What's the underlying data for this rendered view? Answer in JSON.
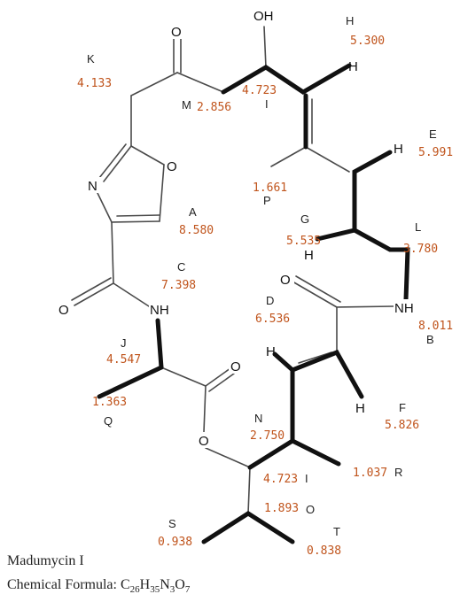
{
  "atoms": {
    "O_ketone": "O",
    "OH": "OH",
    "N_oxazole": "N",
    "O_oxazole": "O",
    "O_amideC": "O",
    "NH_C": "NH",
    "O_amideD": "O",
    "NH_B": "NH",
    "O_ester_carbonyl": "O",
    "O_ester": "O",
    "H_H": "H",
    "H_E": "H",
    "H_G": "H",
    "H_D": "H",
    "H_F": "H"
  },
  "letters": {
    "K": "K",
    "M": "M",
    "I1": "I",
    "H": "H",
    "E": "E",
    "P": "P",
    "G": "G",
    "L": "L",
    "A": "A",
    "C": "C",
    "D": "D",
    "B": "B",
    "J": "J",
    "Q": "Q",
    "F": "F",
    "N": "N",
    "I2": "I",
    "R": "R",
    "O": "O",
    "S": "S",
    "T": "T"
  },
  "shifts": {
    "K": "4.133",
    "M": "2.856",
    "I1": "4.723",
    "H": "5.300",
    "E": "5.991",
    "P": "1.661",
    "G": "5.535",
    "L": "3.780",
    "A": "8.580",
    "C": "7.398",
    "D": "6.536",
    "B": "8.011",
    "J": "4.547",
    "Q": "1.363",
    "F": "5.826",
    "N": "2.750",
    "I2": "4.723",
    "R": "1.037",
    "O": "1.893",
    "S": "0.938",
    "T": "0.838"
  },
  "compound": {
    "name": "Madumycin I",
    "formula_prefix": "Chemical Formula: ",
    "formula_parts": [
      {
        "el": "C",
        "n": "26"
      },
      {
        "el": "H",
        "n": "35"
      },
      {
        "el": "N",
        "n": "3"
      },
      {
        "el": "O",
        "n": "7"
      }
    ]
  },
  "colors": {
    "shift_text": "#c0541c",
    "bold_bond": "#111111",
    "bond": "#4a4a4a"
  }
}
